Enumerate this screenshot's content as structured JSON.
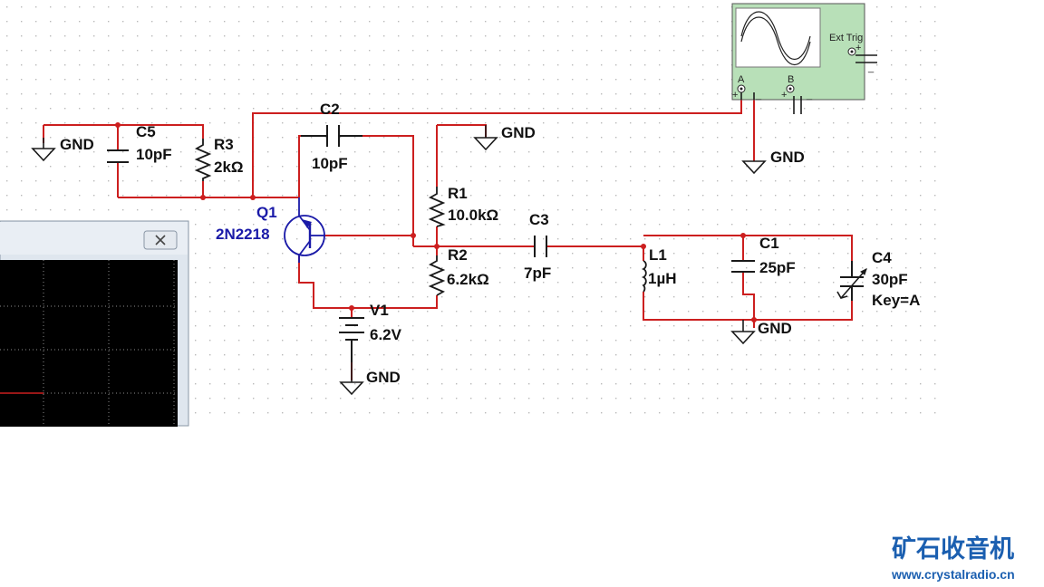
{
  "colors": {
    "wire": "#cc1f1f",
    "component": "#1a1a1a",
    "transistor": "#1a1aa8",
    "scope_panel": "#b8e0b8",
    "grid_dot": "#b9b9b9",
    "watermark": "#1b5fb0"
  },
  "components": {
    "c5": {
      "ref": "C5",
      "value": "10pF"
    },
    "r3": {
      "ref": "R3",
      "value": "2kΩ"
    },
    "c2": {
      "ref": "C2",
      "value": "10pF"
    },
    "q1": {
      "ref": "Q1",
      "model": "2N2218"
    },
    "r1": {
      "ref": "R1",
      "value": "10.0kΩ"
    },
    "r2": {
      "ref": "R2",
      "value": "6.2kΩ"
    },
    "c3": {
      "ref": "C3",
      "value": "7pF"
    },
    "l1": {
      "ref": "L1",
      "value": "1µH"
    },
    "c1": {
      "ref": "C1",
      "value": "25pF"
    },
    "c4": {
      "ref": "C4",
      "value": "30pF",
      "key": "Key=A"
    },
    "v1": {
      "ref": "V1",
      "value": "6.2V"
    }
  },
  "ground_label": "GND",
  "oscilloscope": {
    "ext_trig": "Ext Trig",
    "channel_a": "A",
    "channel_b": "B",
    "plus": "+",
    "minus": "_"
  },
  "scope_window": {
    "close_icon": "close-icon"
  },
  "watermark": {
    "title": "矿石收音机",
    "url": "www.crystalradio.cn"
  }
}
